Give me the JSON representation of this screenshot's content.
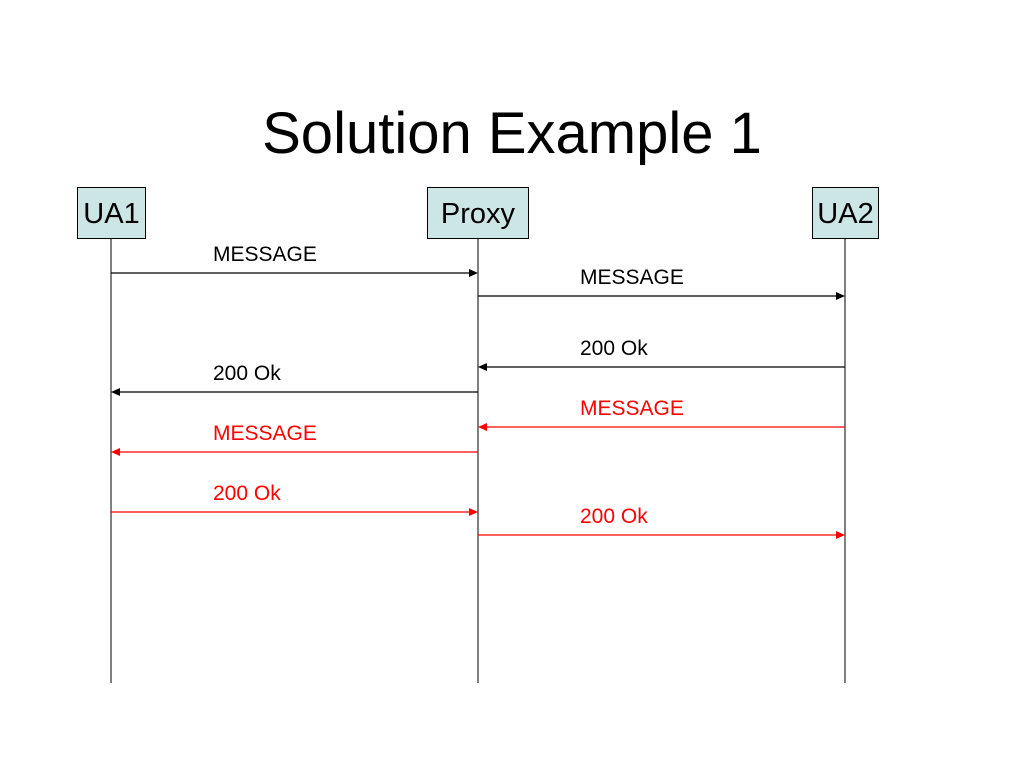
{
  "title": "Solution Example 1",
  "entities": [
    {
      "id": "ua1",
      "label": "UA1"
    },
    {
      "id": "proxy",
      "label": "Proxy"
    },
    {
      "id": "ua2",
      "label": "UA2"
    }
  ],
  "messages": [
    {
      "label": "MESSAGE",
      "from": "ua1",
      "to": "proxy",
      "color": "#000000"
    },
    {
      "label": "MESSAGE",
      "from": "proxy",
      "to": "ua2",
      "color": "#000000"
    },
    {
      "label": "200 Ok",
      "from": "ua2",
      "to": "proxy",
      "color": "#000000"
    },
    {
      "label": "200 Ok",
      "from": "proxy",
      "to": "ua1",
      "color": "#000000"
    },
    {
      "label": "MESSAGE",
      "from": "ua2",
      "to": "proxy",
      "color": "#ff0000"
    },
    {
      "label": "MESSAGE",
      "from": "proxy",
      "to": "ua1",
      "color": "#ff0000"
    },
    {
      "label": "200 Ok",
      "from": "ua1",
      "to": "proxy",
      "color": "#ff0000"
    },
    {
      "label": "200 Ok",
      "from": "proxy",
      "to": "ua2",
      "color": "#ff0000"
    }
  ],
  "colors": {
    "entity_fill": "#cce6e6",
    "lifeline": "#000000"
  }
}
